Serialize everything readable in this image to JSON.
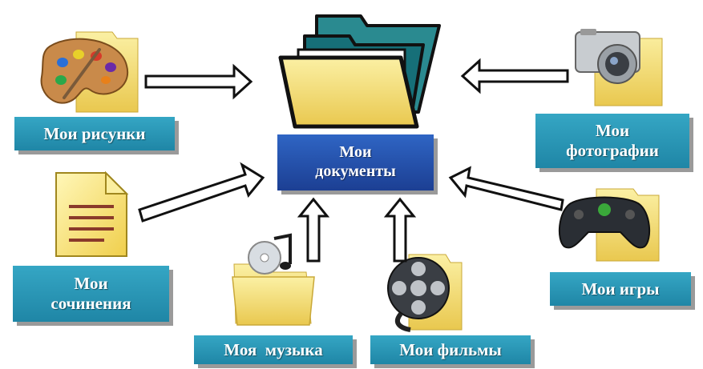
{
  "diagram": {
    "center": {
      "line1": "Мои",
      "line2": "документы"
    },
    "nodes": {
      "drawings": "Мои рисунки",
      "photos": {
        "line1": "Мои",
        "line2": "фотографии"
      },
      "essays": {
        "line1": "Мои",
        "line2": "сочинения"
      },
      "games": "Мои игры",
      "music": "Моя  музыка",
      "films": "Мои фильмы"
    }
  },
  "colors": {
    "label_bg": "#2a97b8",
    "center_bg": "#2452ae",
    "folder_yellow": "#f4e07a",
    "folder_teal": "#1f7f87"
  },
  "icons": [
    "folder-icon",
    "palette-icon",
    "camera-icon",
    "document-icon",
    "gamepad-icon",
    "music-folder-icon",
    "film-reel-icon"
  ]
}
